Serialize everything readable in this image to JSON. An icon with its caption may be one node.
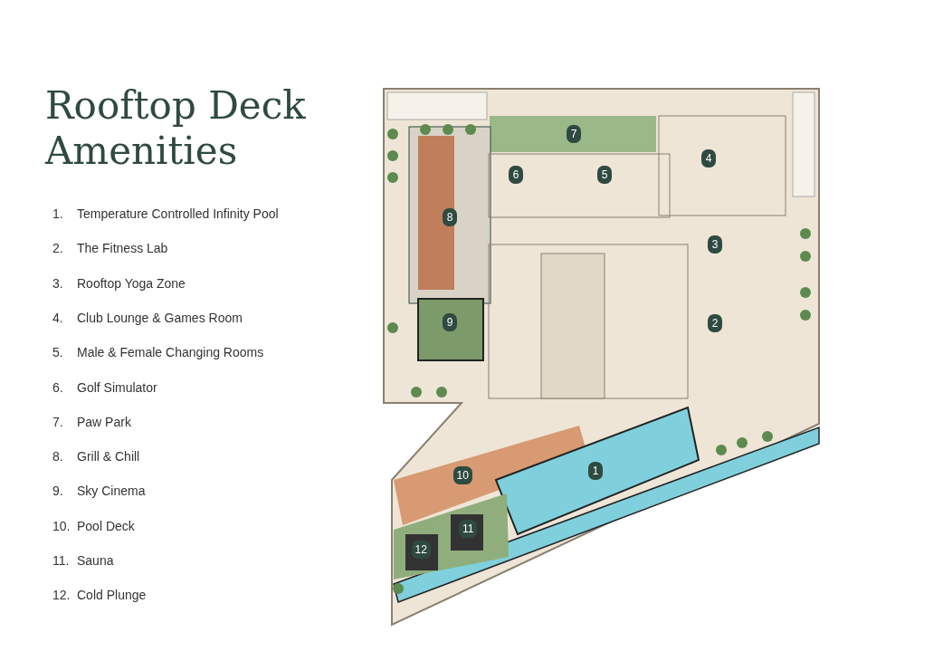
{
  "diagram": {
    "title": "Rooftop Deck Amenities",
    "labels": [
      "1.",
      "Temperature Controlled Infinity Pool",
      "2.",
      "The Fitness Lab",
      "3.",
      "Rooftop Yoga Zone",
      "4.",
      "Club Lounge & Games Room",
      "5.",
      "Male & Female Changing Rooms",
      "6.",
      "Golf Simulator",
      "7.",
      "Paw Park",
      "8.",
      "Grill & Chill",
      "9.",
      "Sky Cinema",
      "10.",
      "Pool Deck",
      "11.",
      "Sauna",
      "12.",
      "Cold Plunge",
      "7",
      "4",
      "6",
      "5",
      "8",
      "3",
      "9",
      "2",
      "1",
      "10",
      "11",
      "12"
    ]
  }
}
